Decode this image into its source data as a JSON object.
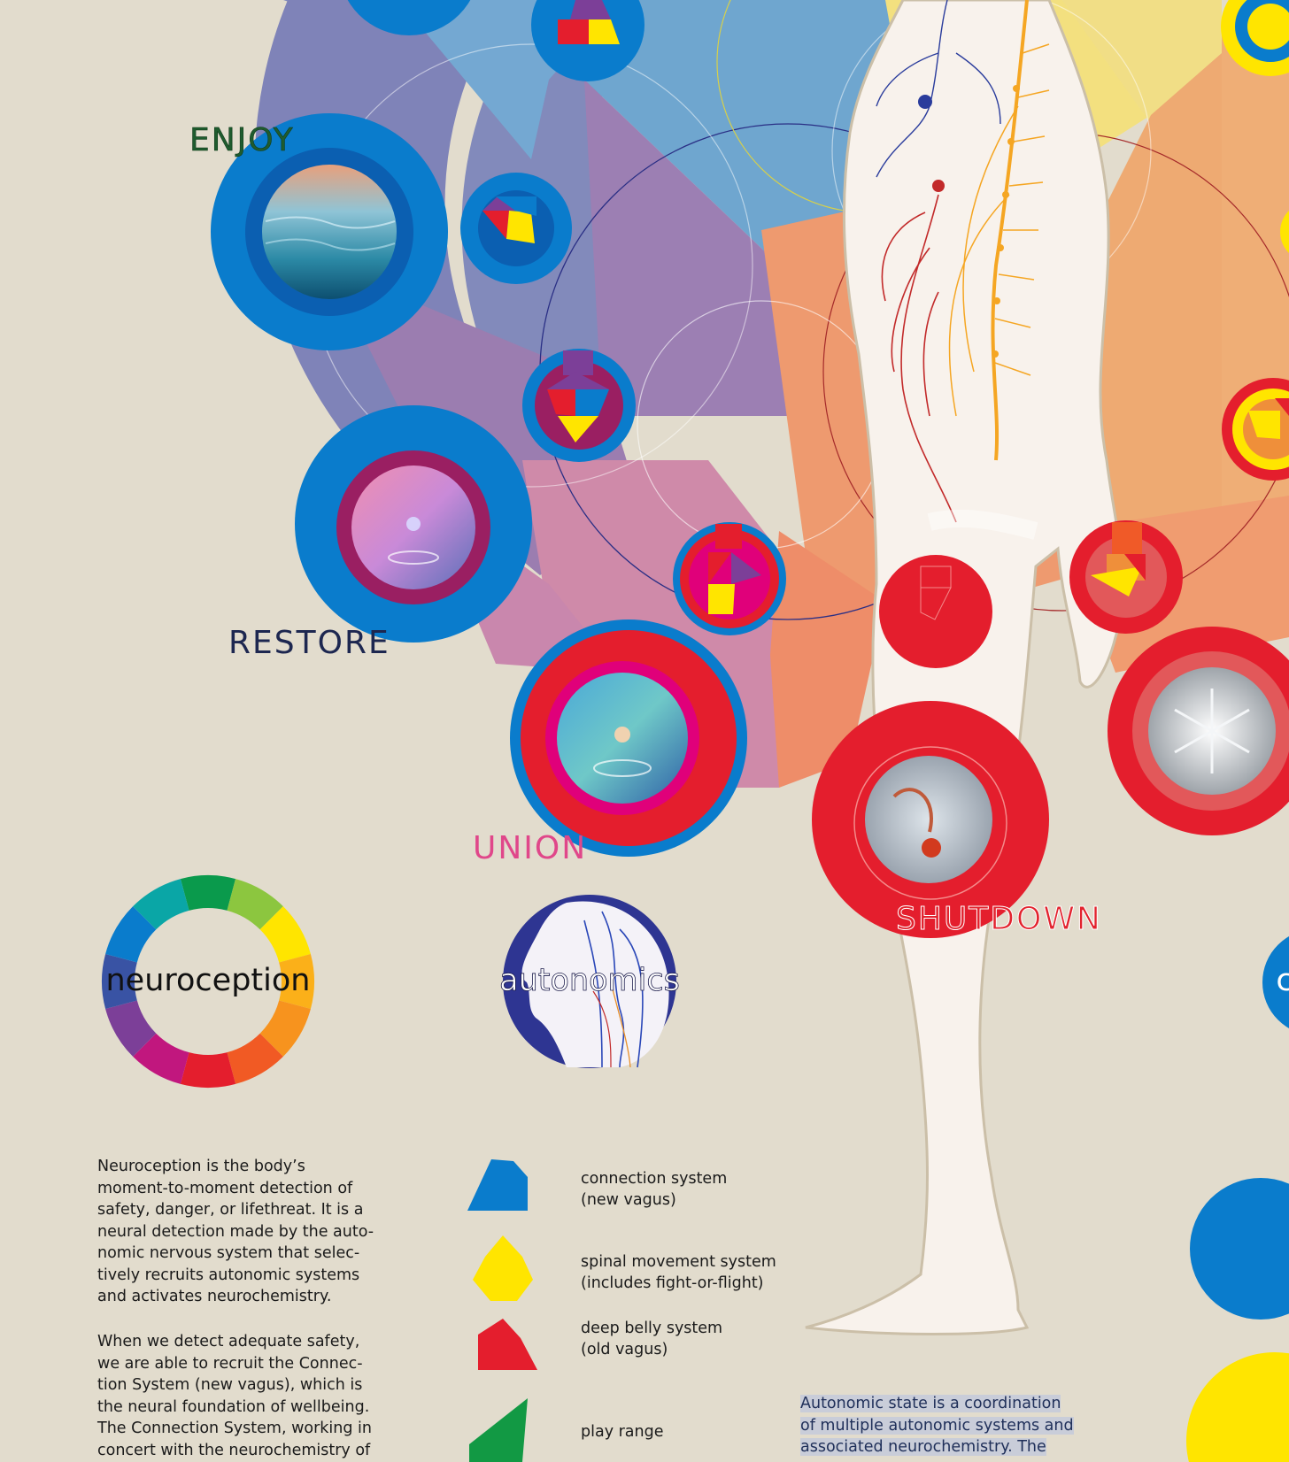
{
  "state_labels": {
    "enjoy": "ENJOY",
    "restore": "RESTORE",
    "union": "UNION",
    "shutdown": "SHUTDOWN"
  },
  "colors": {
    "background": "#e2dccd",
    "connection_blue": "#0a7ccc",
    "movement_yellow": "#ffe500",
    "belly_red": "#e41e2d",
    "play_green": "#129944",
    "enjoy_label": "#1f5c2e",
    "restore_label": "#1d2750",
    "union_label": "#e0478a",
    "shutdown_label": "#e2232e"
  },
  "wheels": {
    "neuroception": "neuroception",
    "autonomics": "autonomics",
    "partial": "c"
  },
  "neuroception_text": {
    "paragraph_1": [
      "Neuroception is the body’s",
      "moment-to-moment detection of",
      "safety, danger, or lifethreat. It is a",
      "neural detection made by the auto-",
      "nomic nervous system that selec-",
      "tively recruits autonomic systems",
      "and activates neurochemistry."
    ],
    "paragraph_2": [
      "When we detect adequate safety,",
      "we are able to recruit the Connec-",
      "tion System (new vagus), which is",
      "the neural foundation of wellbeing.",
      "The Connection System, working in",
      "concert with the neurochemistry of"
    ]
  },
  "legend": [
    {
      "icon": "blue-pentagon-icon",
      "line1": "connection system",
      "line2": "(new vagus)"
    },
    {
      "icon": "yellow-pentagon-icon",
      "line1": "spinal movement system",
      "line2": "(includes fight-or-flight)"
    },
    {
      "icon": "red-pentagon-icon",
      "line1": "deep belly system",
      "line2": "(old vagus)"
    },
    {
      "icon": "green-wedge-icon",
      "line1": "",
      "line2": "play range"
    }
  ],
  "caption": [
    "Autonomic state is a coordination",
    "of multiple autonomic systems and",
    "associated neurochemistry. The"
  ]
}
